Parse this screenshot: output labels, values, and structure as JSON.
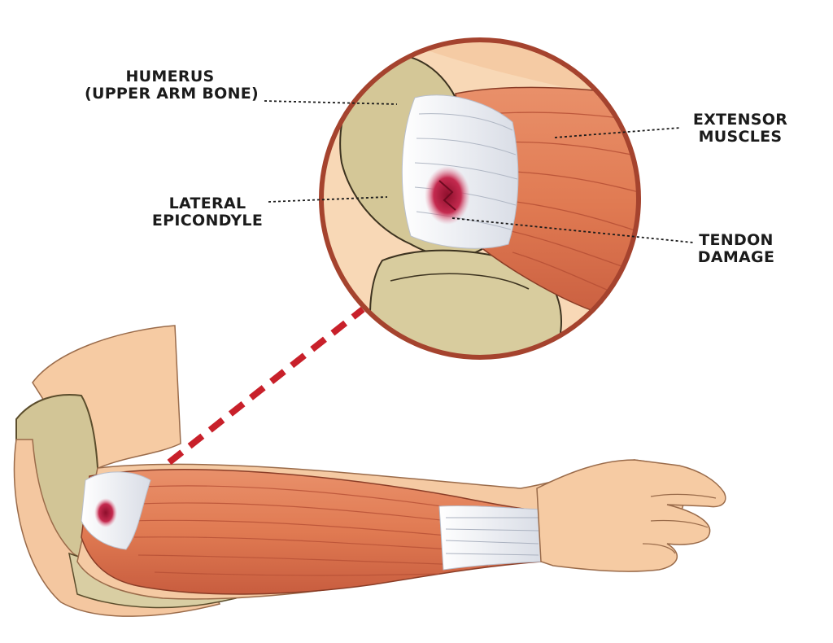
{
  "labels": {
    "humerus": {
      "line1": "HUMERUS",
      "line2": "(UPPER ARM BONE)"
    },
    "lateral_epicondyle": {
      "line1": "LATERAL",
      "line2": "EPICONDYLE"
    },
    "extensor_muscles": {
      "line1": "EXTENSOR",
      "line2": "MUSCLES"
    },
    "tendon_damage": {
      "line1": "TENDON",
      "line2": "DAMAGE"
    }
  },
  "colors": {
    "circle_border": "#a5432e",
    "magnifier_dash": "#c8202a",
    "muscle": "#e07a52",
    "muscle_dark": "#c4553a",
    "bone": "#cfc193",
    "skin": "#f7cfa6",
    "tendon": "#eef0f4",
    "damage": "#b3173b"
  }
}
